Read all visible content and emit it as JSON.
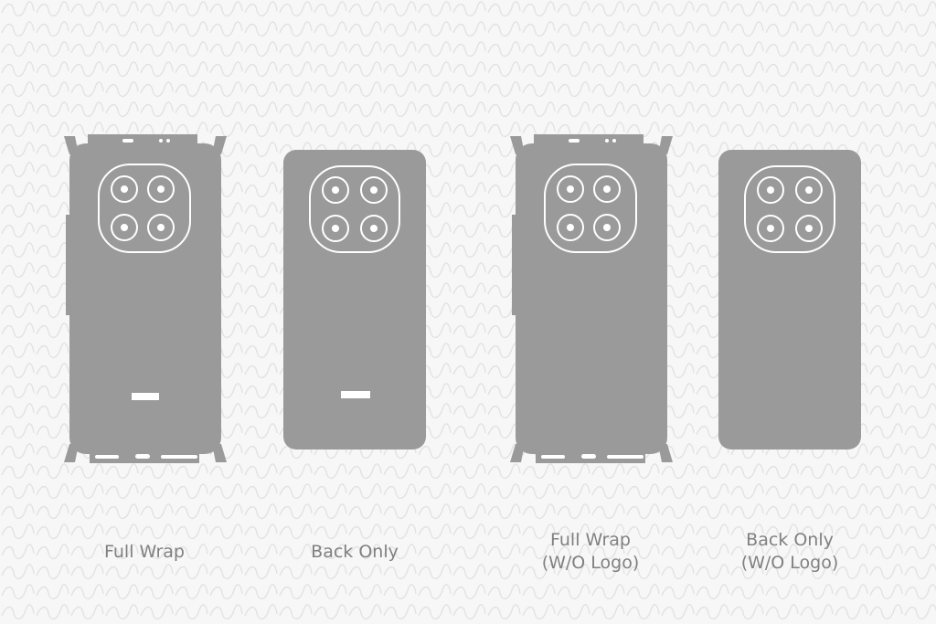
{
  "colors": {
    "skin_fill": "#9a9a9a",
    "cutout_stroke": "#ffffff",
    "background": "#f7f7f7",
    "pattern_stroke": "#e4e4e4",
    "caption_text": "#808080"
  },
  "templates": [
    {
      "caption_line1": "Full Wrap",
      "caption_line2": ""
    },
    {
      "caption_line1": "Back Only",
      "caption_line2": ""
    },
    {
      "caption_line1": "Full Wrap",
      "caption_line2": "(W/O Logo)"
    },
    {
      "caption_line1": "Back Only",
      "caption_line2": "(W/O Logo)"
    }
  ]
}
